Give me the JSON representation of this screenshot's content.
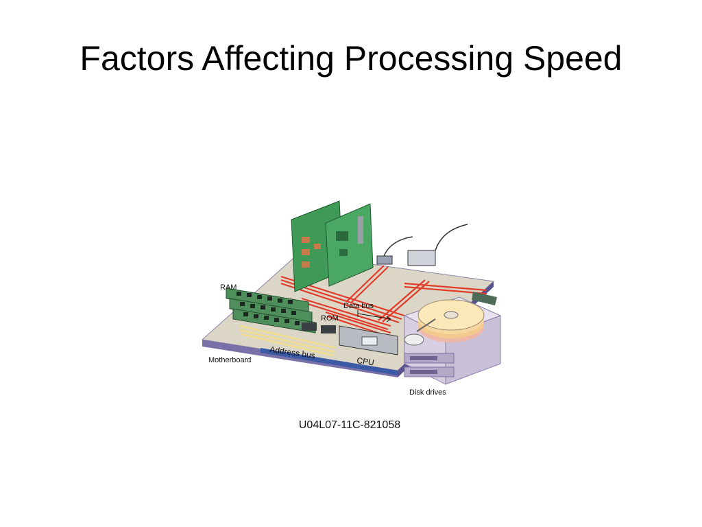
{
  "slide": {
    "title": "Factors Affecting Processing Speed",
    "figure_code": "U04L07-11C-821058"
  },
  "diagram": {
    "labels": {
      "ram": "RAM",
      "rom": "ROM",
      "data_bus": "Data bus",
      "address_bus": "Address bus",
      "cpu": "CPU",
      "motherboard": "Motherboard",
      "disk_drives": "Disk drives"
    },
    "colors": {
      "board_top": "#dcd6c6",
      "board_edge": "#7a70a8",
      "board_edge_blue": "#3b5aa6",
      "bus_red": "#e23b2a",
      "bus_yellow": "#f2dd8c",
      "card_green": "#3f9a58",
      "ram_green": "#4f8f5c",
      "disk_platter": "#f3c98e"
    }
  }
}
